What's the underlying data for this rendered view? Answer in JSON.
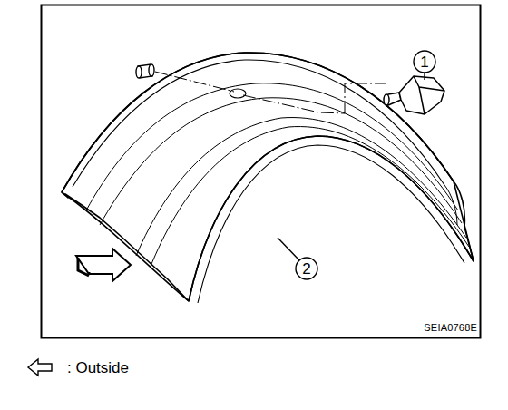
{
  "diagram": {
    "labels": [
      "1",
      "2",
      "SEIA0768E"
    ],
    "legend": [
      {
        "text": ": Outside"
      }
    ]
  }
}
